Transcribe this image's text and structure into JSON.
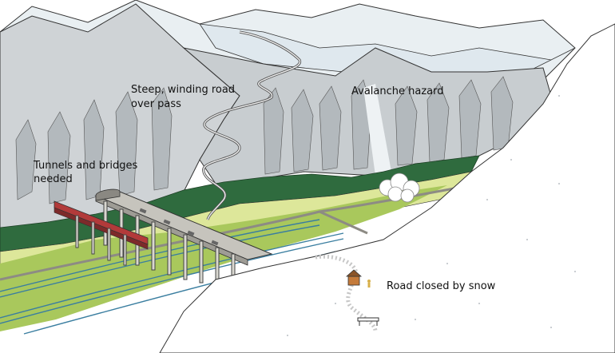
{
  "labels": {
    "road_over_pass": [
      "Steep, winding road",
      "over pass"
    ],
    "avalanche": "Avalanche hazard",
    "tunnels_bridges": [
      "Tunnels and bridges",
      "needed"
    ],
    "road_closed": "Road closed by snow"
  },
  "colors": {
    "sky": "#ffffff",
    "snow_far": "#e8eef1",
    "rock": "#c9cdd0",
    "rock_shadow": "#b6bbbf",
    "forest": "#2f6b3e",
    "field_light": "#d9e48a",
    "field_green": "#a8c85a",
    "water": "#3a7ea0",
    "road": "#b9b7b0",
    "bridge": "#c6c4bd",
    "train": "#b23a3a",
    "outline": "#333333"
  }
}
